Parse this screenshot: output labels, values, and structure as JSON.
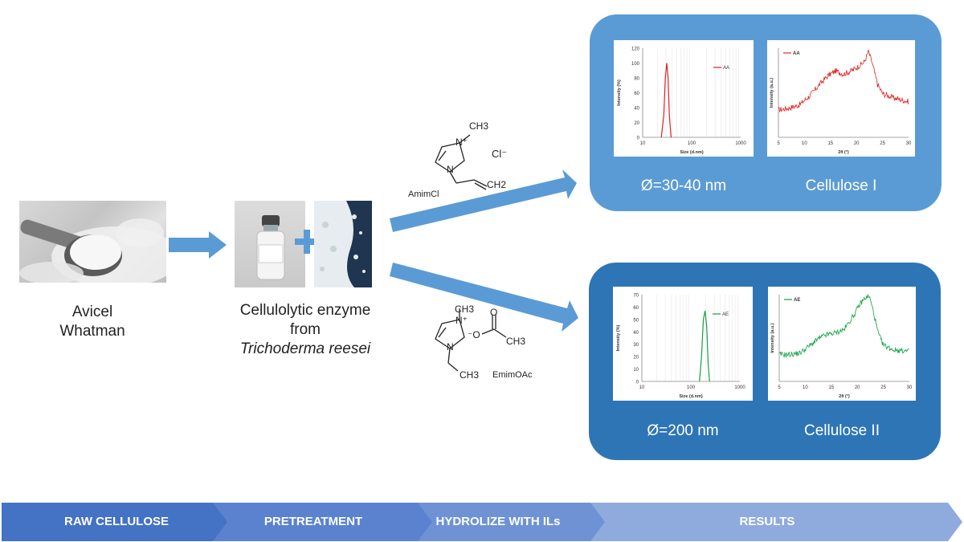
{
  "colors": {
    "panel_top": "#5b9bd5",
    "panel_bottom": "#2e75b6",
    "arrow": "#5b9bd5",
    "aa_series": "#e02020",
    "ae_series": "#10a040",
    "banner_1": "#4472c4",
    "banner_4": "#8faadc"
  },
  "left": {
    "line1": "Avicel",
    "line2": "Whatman"
  },
  "middle": {
    "line1": "Cellulolytic enzyme",
    "line2": "from",
    "line3": "Trichoderma reesei"
  },
  "chem_top": {
    "name": "AmimCl",
    "methyl": "CH3",
    "anion": "Cl⁻",
    "vinyl": "CH2",
    "n_plus": "N⁺",
    "n": "N"
  },
  "chem_bottom": {
    "name": "EmimOAc",
    "methyl": "CH3",
    "ethyl": "CH3",
    "acetate_methyl": "CH3",
    "o_minus": "⁻O",
    "o": "O",
    "n_plus": "N⁺",
    "n": "N"
  },
  "results_top": {
    "size": "Ø=30-40 nm",
    "phase": "Cellulose I"
  },
  "results_bottom": {
    "size": "Ø=200 nm",
    "phase": "Cellulose II"
  },
  "banner": [
    "RAW CELLULOSE",
    "PRETREATMENT",
    "HYDROLIZE WITH ILs",
    "RESULTS"
  ],
  "chart_data": [
    {
      "type": "line",
      "ylabel": "Intensity (%)",
      "xlabel": "Size (d.nm)",
      "xscale": "log",
      "xlim": [
        10,
        1000
      ],
      "ylim": [
        0,
        120
      ],
      "yticks": [
        "0",
        "20",
        "40",
        "60",
        "80",
        "100",
        "120"
      ],
      "xticks": [
        "10",
        "100",
        "1000"
      ],
      "series": [
        {
          "name": "AA",
          "x": [
            24,
            27,
            29,
            31,
            33,
            35,
            38
          ],
          "y": [
            0,
            30,
            80,
            100,
            80,
            30,
            0
          ]
        }
      ]
    },
    {
      "type": "line",
      "ylabel": "Intensity (a.u.)",
      "xlabel": "2θ (°)",
      "xlim": [
        5,
        30
      ],
      "xticks": [
        "5",
        "10",
        "15",
        "20",
        "25",
        "30"
      ],
      "series": [
        {
          "name": "AA",
          "x": [
            5,
            7,
            9,
            11,
            13,
            14.5,
            16,
            17.5,
            19,
            20.5,
            21.5,
            22.3,
            23,
            24,
            25,
            27,
            30
          ],
          "y": [
            0.28,
            0.3,
            0.34,
            0.45,
            0.6,
            0.7,
            0.76,
            0.72,
            0.76,
            0.82,
            0.87,
            1.0,
            0.86,
            0.6,
            0.48,
            0.43,
            0.38
          ]
        }
      ]
    },
    {
      "type": "line",
      "ylabel": "Intensity (%)",
      "xlabel": "Size (d.nm)",
      "xscale": "log",
      "xlim": [
        10,
        1000
      ],
      "ylim": [
        0,
        70
      ],
      "yticks": [
        "0",
        "10",
        "20",
        "30",
        "40",
        "50",
        "60",
        "70"
      ],
      "xticks": [
        "10",
        "100",
        "1000"
      ],
      "series": [
        {
          "name": "AE",
          "x": [
            150,
            165,
            180,
            195,
            210,
            225,
            240
          ],
          "y": [
            0,
            20,
            50,
            57,
            45,
            15,
            0
          ]
        }
      ]
    },
    {
      "type": "line",
      "ylabel": "Intensity (a.u.)",
      "xlabel": "2θ (°)",
      "xlim": [
        5,
        30
      ],
      "xticks": [
        "5",
        "10",
        "15",
        "20",
        "25",
        "30"
      ],
      "series": [
        {
          "name": "AE",
          "x": [
            5,
            7,
            9,
            11,
            12.5,
            14,
            16,
            17.5,
            18.5,
            19.5,
            20.5,
            21.5,
            22.3,
            23,
            24,
            25,
            27,
            30
          ],
          "y": [
            0.28,
            0.28,
            0.3,
            0.4,
            0.48,
            0.53,
            0.56,
            0.6,
            0.7,
            0.8,
            0.92,
            1.0,
            1.02,
            0.85,
            0.55,
            0.4,
            0.34,
            0.32
          ]
        }
      ]
    }
  ]
}
